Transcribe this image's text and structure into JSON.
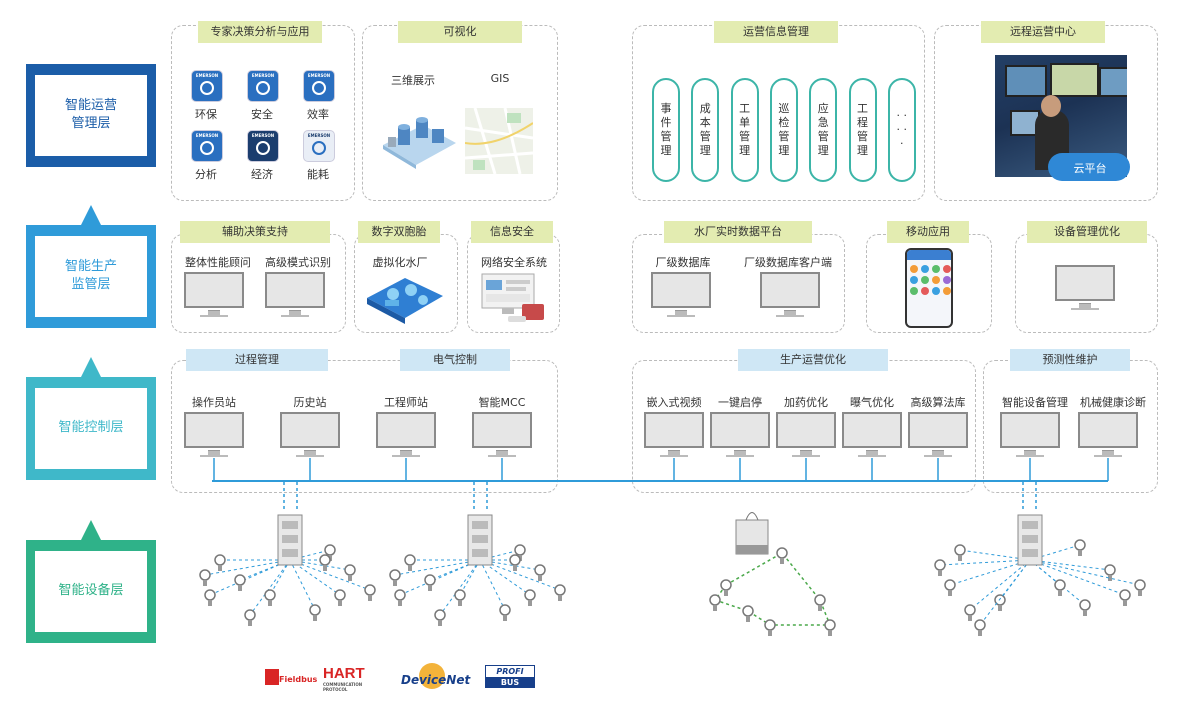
{
  "colors": {
    "layer1": "#1b5da8",
    "layer2": "#2f9bd9",
    "layer3": "#3fb8c9",
    "layer4": "#2fb289",
    "tag_yellow": "#e3ecb1",
    "tag_blue": "#cfe7f5",
    "pill": "#3cb5a8",
    "bus": "#2f9bd9"
  },
  "layers": [
    {
      "label": "智能运营\n管理层"
    },
    {
      "label": "智能生产\n监管层"
    },
    {
      "label": "智能控制层"
    },
    {
      "label": "智能设备层"
    }
  ],
  "top": {
    "expert": {
      "title": "专家决策分析与应用",
      "items": [
        "环保",
        "安全",
        "效率",
        "分析",
        "经济",
        "能耗"
      ],
      "badge_text": "EMERSON"
    },
    "visual": {
      "title": "可视化",
      "items": [
        "三维展示",
        "GIS"
      ]
    },
    "ops": {
      "title": "运营信息管理",
      "pills": [
        "事件管理",
        "成本管理",
        "工单管理",
        "巡检管理",
        "应急管理",
        "工程管理",
        "· · · · ·"
      ]
    },
    "remote": {
      "title": "远程运营中心",
      "cloud": "云平台"
    }
  },
  "mid": {
    "aux": {
      "title": "辅助决策支持",
      "items": [
        "整体性能顾问",
        "高级模式识别"
      ]
    },
    "twin": {
      "title": "数字双胞胎",
      "item": "虚拟化水厂"
    },
    "sec": {
      "title": "信息安全",
      "item": "网络安全系统"
    },
    "plant": {
      "title": "水厂实时数据平台",
      "items": [
        "厂级数据库",
        "厂级数据库客户端"
      ]
    },
    "mobile": {
      "title": "移动应用"
    },
    "asset": {
      "title": "设备管理优化"
    }
  },
  "ctrl": {
    "process": {
      "title": "过程管理"
    },
    "elec": {
      "title": "电气控制"
    },
    "items_left": [
      "操作员站",
      "历史站",
      "工程师站",
      "智能MCC"
    ],
    "prod": {
      "title": "生产运营优化",
      "items": [
        "嵌入式视频",
        "一键启停",
        "加药优化",
        "曝气优化",
        "高级算法库"
      ]
    },
    "pred": {
      "title": "预测性维护",
      "items": [
        "智能设备管理",
        "机械健康诊断"
      ]
    }
  },
  "protocols": [
    "Fieldbus",
    "HART",
    "DeviceNet",
    "PROFIBUS"
  ],
  "protocol_sub": {
    "hart": "COMMUNICATION PROTOCOL",
    "profi": "PROFI",
    "bus": "BUS"
  }
}
